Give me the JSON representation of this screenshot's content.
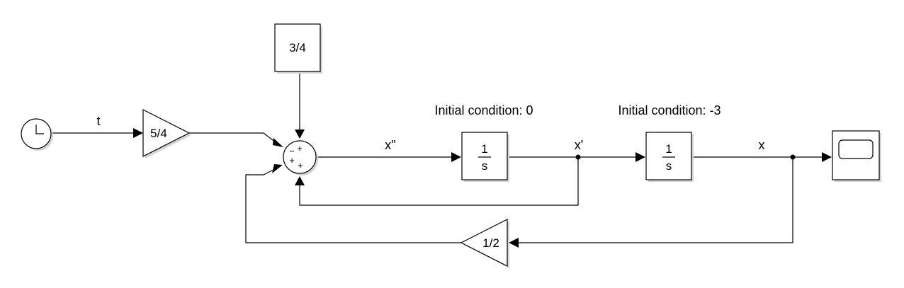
{
  "blocks": {
    "constant_label": "3/4",
    "gain_clock_label": "5/4",
    "gain_feedback_label": "1/2",
    "integrator1": {
      "numerator": "1",
      "denominator": "s",
      "initial_condition": "Initial condition: 0"
    },
    "integrator2": {
      "numerator": "1",
      "denominator": "s",
      "initial_condition": "Initial condition: -3"
    },
    "sum_signs": [
      "−",
      "+",
      "+",
      "+"
    ]
  },
  "signals": {
    "t": "t",
    "x_double_prime": "x''",
    "x_prime": "x'",
    "x": "x"
  },
  "icons": {
    "clock": "clock-icon",
    "scope": "scope-icon"
  }
}
